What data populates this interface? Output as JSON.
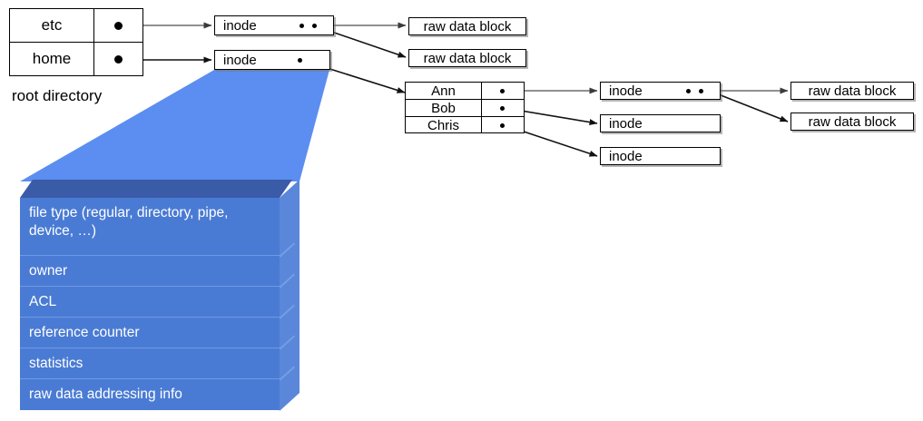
{
  "diagram": {
    "title": "unix-inode-filesystem-diagram",
    "colors": {
      "box_border": "#000000",
      "box_fill": "#ffffff",
      "detail_front": "#4a7bd4",
      "detail_top": "#3a5ba8",
      "detail_side": "#5a87da",
      "funnel": "#5b8ef0",
      "arrow": "#444444",
      "text": "#000000",
      "detail_text": "#ffffff"
    }
  },
  "root_directory": {
    "caption": "root directory",
    "entries": [
      {
        "name": "etc",
        "pointer_icon": "filled-dot"
      },
      {
        "name": "home",
        "pointer_icon": "filled-dot"
      }
    ]
  },
  "home_directory": {
    "entries": [
      {
        "name": "Ann",
        "pointer_icon": "filled-dot"
      },
      {
        "name": "Bob",
        "pointer_icon": "filled-dot"
      },
      {
        "name": "Chris",
        "pointer_icon": "filled-dot"
      }
    ]
  },
  "inodes": [
    {
      "id": "inode-etc",
      "label": "inode",
      "pointer_count": 2
    },
    {
      "id": "inode-home",
      "label": "inode",
      "pointer_count": 1
    },
    {
      "id": "inode-ann",
      "label": "inode",
      "pointer_count": 2
    },
    {
      "id": "inode-bob",
      "label": "inode",
      "pointer_count": 0
    },
    {
      "id": "inode-chris",
      "label": "inode",
      "pointer_count": 0
    }
  ],
  "raw_data_blocks": [
    {
      "id": "rdb-etc-1",
      "label": "raw data block"
    },
    {
      "id": "rdb-etc-2",
      "label": "raw data block"
    },
    {
      "id": "rdb-ann-1",
      "label": "raw data block"
    },
    {
      "id": "rdb-ann-2",
      "label": "raw data block"
    }
  ],
  "inode_detail": {
    "fields": [
      "file type (regular, directory, pipe, device, …)",
      "owner",
      "ACL",
      "reference counter",
      "statistics",
      "raw data addressing info"
    ]
  }
}
